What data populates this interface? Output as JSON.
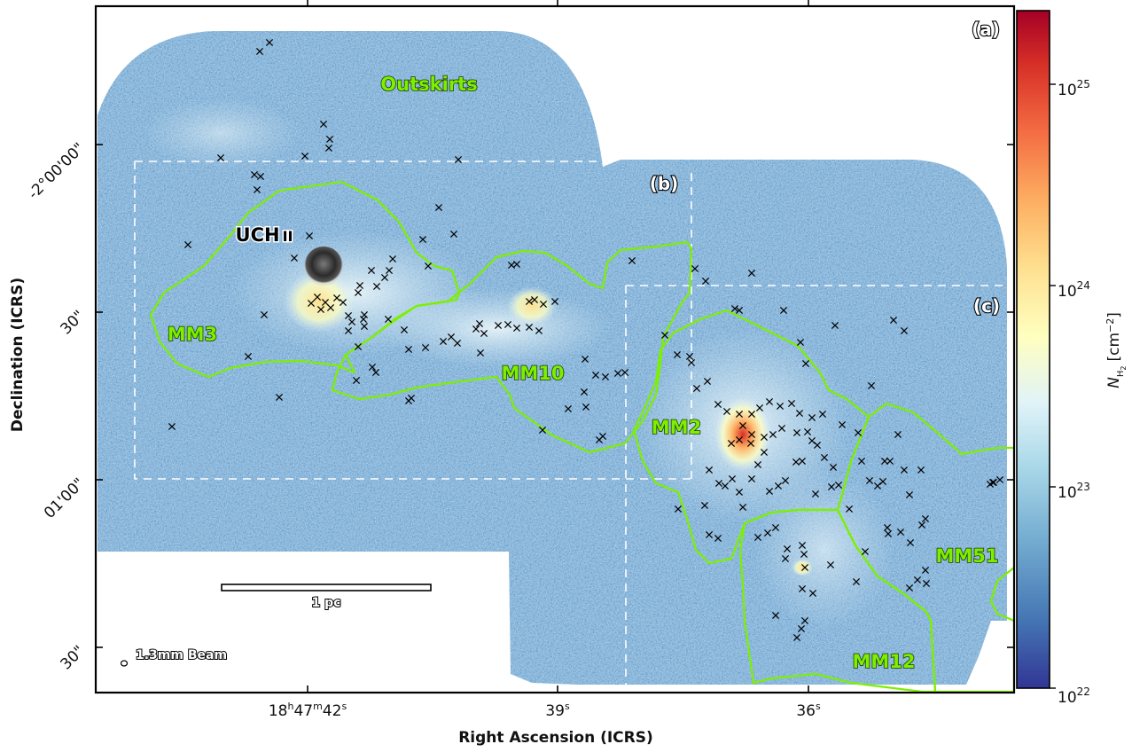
{
  "chart_data": {
    "type": "heatmap",
    "xlabel": "Right Ascension (ICRS)",
    "ylabel": "Declination (ICRS)",
    "x_ticks": [
      {
        "ra_s": 42,
        "label_prefix": "18",
        "h": "h",
        "mid": "47",
        "m": "m",
        "label_main": "42",
        "s": "s"
      },
      {
        "ra_s": 39,
        "label_main": "39",
        "s": "s"
      },
      {
        "ra_s": 36,
        "label_main": "36",
        "s": "s"
      }
    ],
    "y_ticks": [
      {
        "dec_arcsec": 0,
        "label": "-2°00'00\""
      },
      {
        "dec_arcsec": 30,
        "label": "30\""
      },
      {
        "dec_arcsec": 60,
        "label": "01'00\""
      },
      {
        "dec_arcsec": 90,
        "label": "30\""
      }
    ],
    "colorbar": {
      "label": "N",
      "label_sub": "H",
      "label_sub2": "2",
      "label_unit": "[cm",
      "label_unit_exp": "−2",
      "label_unit_end": "]",
      "scale": "log",
      "range": [
        1e+22,
        3e+25
      ],
      "ticks": [
        {
          "value": 1e+22,
          "base": "10",
          "exp": "22"
        },
        {
          "value": 1e+23,
          "base": "10",
          "exp": "23"
        },
        {
          "value": 1e+24,
          "base": "10",
          "exp": "24"
        },
        {
          "value": 1e+25,
          "base": "10",
          "exp": "25"
        }
      ],
      "colormap": [
        "#313695",
        "#4575b4",
        "#74add1",
        "#abd9e9",
        "#e0f3f8",
        "#ffffbf",
        "#fee090",
        "#fdae61",
        "#f46d43",
        "#d73027",
        "#a50026"
      ]
    },
    "regions": [
      "Outskirts",
      "MM3",
      "MM10",
      "MM2",
      "MM51",
      "MM12"
    ],
    "annotations": {
      "panel_a": "(a)",
      "panel_b": "(b)",
      "panel_c": "(c)",
      "uchii": "UCH",
      "uchii_suffix": "II",
      "scalebar": "1 pc",
      "beam": "1.3mm Beam"
    },
    "colors": {
      "region_contour": "#7cf000",
      "map_base": "#8fbadb",
      "frame": "#000000"
    },
    "sources": [
      [
        293,
        58
      ],
      [
        304,
        48
      ],
      [
        365,
        140
      ],
      [
        372,
        157
      ],
      [
        371,
        167
      ],
      [
        344,
        176
      ],
      [
        249,
        178
      ],
      [
        517,
        180
      ],
      [
        287,
        197
      ],
      [
        294,
        199
      ],
      [
        290,
        214
      ],
      [
        212,
        276
      ],
      [
        349,
        266
      ],
      [
        332,
        291
      ],
      [
        443,
        292
      ],
      [
        495,
        234
      ],
      [
        477,
        270
      ],
      [
        512,
        264
      ],
      [
        483,
        300
      ],
      [
        439,
        305
      ],
      [
        434,
        313
      ],
      [
        425,
        323
      ],
      [
        419,
        305
      ],
      [
        406,
        322
      ],
      [
        404,
        330
      ],
      [
        393,
        356
      ],
      [
        397,
        363
      ],
      [
        411,
        355
      ],
      [
        410,
        360
      ],
      [
        411,
        368
      ],
      [
        438,
        360
      ],
      [
        456,
        372
      ],
      [
        461,
        394
      ],
      [
        500,
        385
      ],
      [
        509,
        380
      ],
      [
        516,
        387
      ],
      [
        480,
        392
      ],
      [
        404,
        391
      ],
      [
        393,
        373
      ],
      [
        298,
        355
      ],
      [
        280,
        402
      ],
      [
        315,
        448
      ],
      [
        194,
        481
      ],
      [
        420,
        414
      ],
      [
        402,
        429
      ],
      [
        424,
        420
      ],
      [
        461,
        452
      ],
      [
        464,
        449
      ],
      [
        577,
        299
      ],
      [
        583,
        298
      ],
      [
        597,
        340
      ],
      [
        603,
        338
      ],
      [
        613,
        343
      ],
      [
        626,
        340
      ],
      [
        541,
        365
      ],
      [
        537,
        371
      ],
      [
        546,
        376
      ],
      [
        562,
        367
      ],
      [
        573,
        366
      ],
      [
        583,
        370
      ],
      [
        597,
        369
      ],
      [
        608,
        373
      ],
      [
        542,
        398
      ],
      [
        351,
        342
      ],
      [
        367,
        341
      ],
      [
        380,
        336
      ],
      [
        373,
        347
      ],
      [
        362,
        349
      ],
      [
        358,
        335
      ],
      [
        387,
        341
      ],
      [
        660,
        405
      ],
      [
        672,
        423
      ],
      [
        683,
        425
      ],
      [
        697,
        421
      ],
      [
        705,
        420
      ],
      [
        659,
        442
      ],
      [
        661,
        459
      ],
      [
        641,
        461
      ],
      [
        680,
        492
      ],
      [
        676,
        496
      ],
      [
        612,
        485
      ],
      [
        713,
        294
      ],
      [
        784,
        303
      ],
      [
        796,
        317
      ],
      [
        848,
        308
      ],
      [
        834,
        350
      ],
      [
        829,
        348
      ],
      [
        884,
        350
      ],
      [
        942,
        367
      ],
      [
        1008,
        361
      ],
      [
        1020,
        373
      ],
      [
        903,
        386
      ],
      [
        909,
        410
      ],
      [
        750,
        378
      ],
      [
        764,
        400
      ],
      [
        778,
        402
      ],
      [
        780,
        409
      ],
      [
        786,
        438
      ],
      [
        798,
        430
      ],
      [
        810,
        456
      ],
      [
        820,
        464
      ],
      [
        834,
        467
      ],
      [
        848,
        467
      ],
      [
        857,
        460
      ],
      [
        868,
        453
      ],
      [
        880,
        458
      ],
      [
        893,
        455
      ],
      [
        902,
        466
      ],
      [
        916,
        471
      ],
      [
        928,
        467
      ],
      [
        950,
        479
      ],
      [
        968,
        488
      ],
      [
        983,
        435
      ],
      [
        1013,
        490
      ],
      [
        838,
        480
      ],
      [
        848,
        490
      ],
      [
        847,
        500
      ],
      [
        834,
        496
      ],
      [
        825,
        500
      ],
      [
        862,
        493
      ],
      [
        872,
        490
      ],
      [
        882,
        483
      ],
      [
        899,
        488
      ],
      [
        911,
        487
      ],
      [
        916,
        497
      ],
      [
        922,
        502
      ],
      [
        930,
        516
      ],
      [
        940,
        527
      ],
      [
        905,
        520
      ],
      [
        898,
        521
      ],
      [
        862,
        510
      ],
      [
        855,
        524
      ],
      [
        848,
        540
      ],
      [
        834,
        555
      ],
      [
        826,
        540
      ],
      [
        818,
        548
      ],
      [
        811,
        545
      ],
      [
        800,
        530
      ],
      [
        795,
        570
      ],
      [
        765,
        574
      ],
      [
        838,
        572
      ],
      [
        868,
        554
      ],
      [
        878,
        548
      ],
      [
        886,
        542
      ],
      [
        920,
        557
      ],
      [
        938,
        549
      ],
      [
        946,
        547
      ],
      [
        972,
        520
      ],
      [
        998,
        520
      ],
      [
        1004,
        520
      ],
      [
        1020,
        530
      ],
      [
        1039,
        530
      ],
      [
        981,
        542
      ],
      [
        990,
        548
      ],
      [
        996,
        543
      ],
      [
        1026,
        558
      ],
      [
        1044,
        585
      ],
      [
        1040,
        592
      ],
      [
        1001,
        595
      ],
      [
        1002,
        602
      ],
      [
        1016,
        600
      ],
      [
        1027,
        612
      ],
      [
        1044,
        643
      ],
      [
        1035,
        654
      ],
      [
        1026,
        663
      ],
      [
        1045,
        658
      ],
      [
        966,
        656
      ],
      [
        937,
        637
      ],
      [
        888,
        619
      ],
      [
        886,
        630
      ],
      [
        905,
        615
      ],
      [
        907,
        625
      ],
      [
        908,
        640
      ],
      [
        905,
        664
      ],
      [
        917,
        669
      ],
      [
        908,
        700
      ],
      [
        904,
        709
      ],
      [
        899,
        719
      ],
      [
        875,
        694
      ],
      [
        875,
        595
      ],
      [
        866,
        601
      ],
      [
        855,
        606
      ],
      [
        800,
        603
      ],
      [
        810,
        607
      ],
      [
        976,
        622
      ],
      [
        958,
        574
      ],
      [
        1121,
        544
      ],
      [
        1128,
        541
      ],
      [
        1117,
        546
      ],
      [
        1120,
        544
      ]
    ]
  }
}
